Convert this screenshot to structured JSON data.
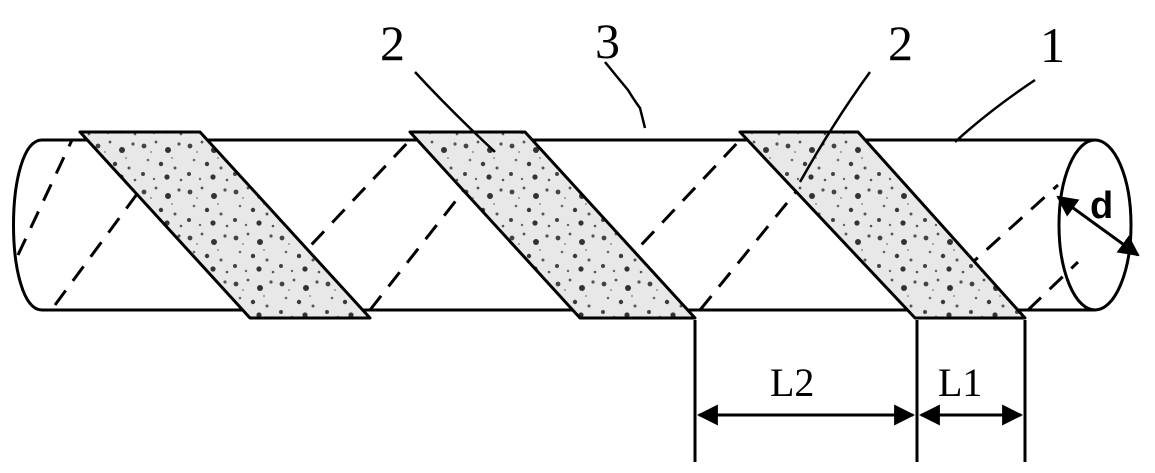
{
  "labels": {
    "tube": "1",
    "strip_left": "2",
    "strip_right": "2",
    "gap": "3",
    "length_l2": "L2",
    "length_l1": "L1",
    "diameter": "d"
  },
  "colors": {
    "stroke": "#000000",
    "strip_fill": "#e6e6e6",
    "speckle": "#3a3a3a"
  }
}
